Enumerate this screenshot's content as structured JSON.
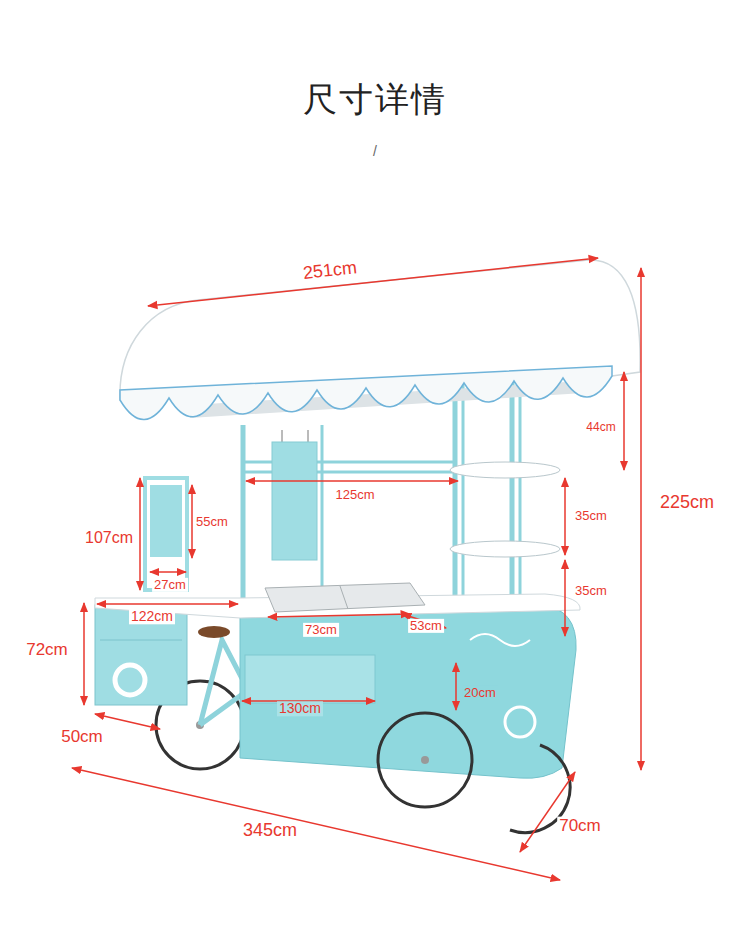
{
  "diagram": {
    "title": "尺寸详情",
    "labels": [
      "/",
      "251cm",
      "44cm",
      "125cm",
      "107cm",
      "55cm",
      "35cm",
      "225cm",
      "35cm",
      "27cm",
      "122cm",
      "73cm",
      "53cm",
      "72cm",
      "20cm",
      "130cm",
      "50cm",
      "345cm",
      "70cm"
    ]
  }
}
